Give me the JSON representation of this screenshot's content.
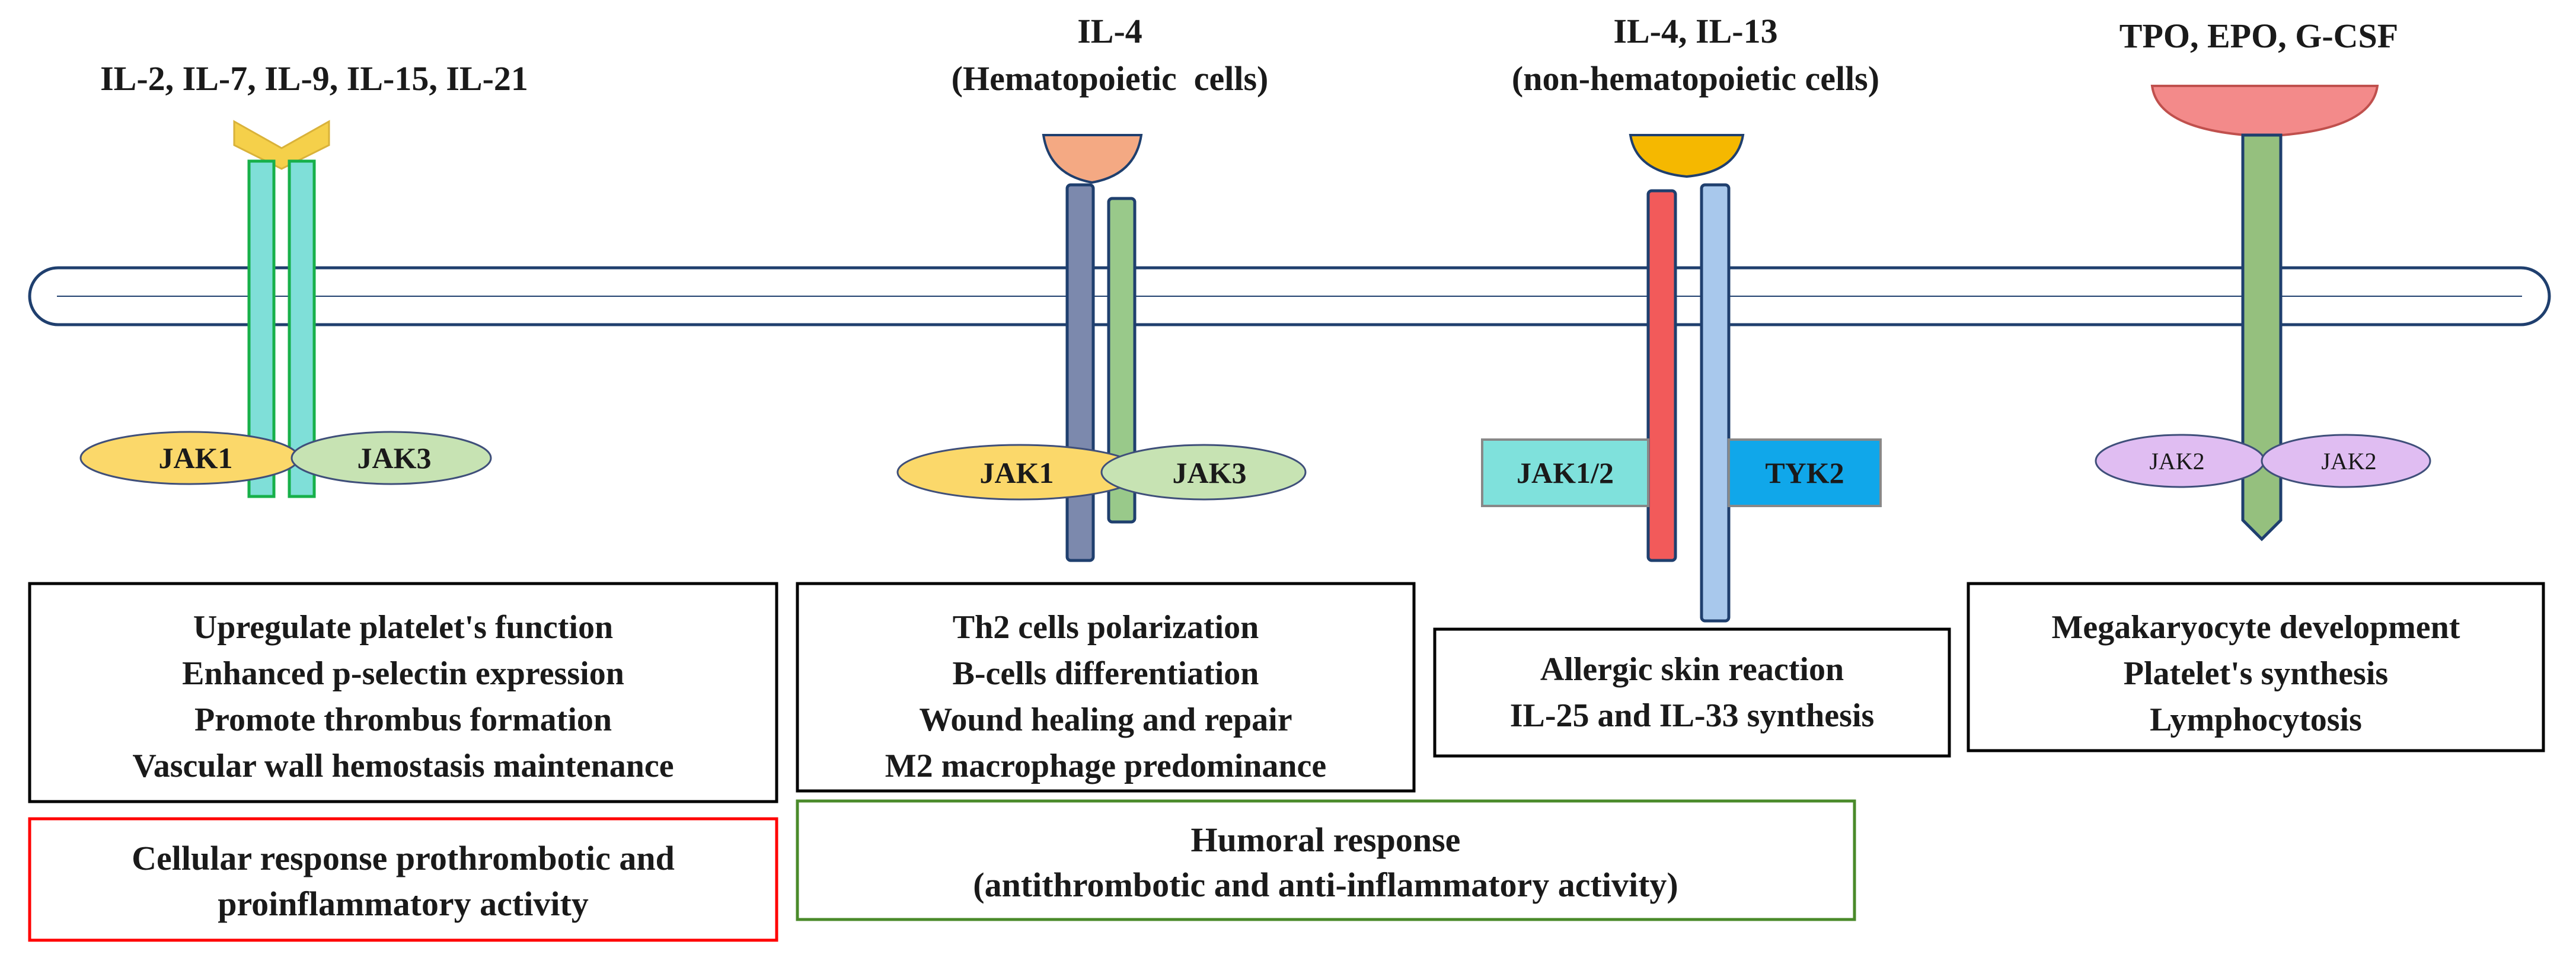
{
  "receptors": [
    {
      "ligand_lines": [
        "IL-2, IL-7, IL-9, IL-15, IL-21"
      ],
      "kinases": [
        "JAK1",
        "JAK3"
      ],
      "effects": [
        "Upregulate platelet's function",
        "Enhanced p-selectin expression",
        "Promote thrombus formation",
        "Vascular wall hemostasis maintenance"
      ]
    },
    {
      "ligand_lines": [
        "IL-4",
        "(Hematopoietic  cells)"
      ],
      "kinases": [
        "JAK1",
        "JAK3"
      ],
      "effects": [
        "Th2 cells polarization",
        "B-cells differentiation",
        "Wound healing and repair",
        "M2 macrophage predominance"
      ]
    },
    {
      "ligand_lines": [
        "IL-4, IL-13",
        "(non-hematopoietic cells)"
      ],
      "kinases": [
        "JAK1/2",
        "TYK2"
      ],
      "effects": [
        "Allergic skin reaction",
        "IL-25 and IL-33 synthesis"
      ]
    },
    {
      "ligand_lines": [
        "TPO, EPO, G-CSF"
      ],
      "kinases": [
        "JAK2",
        "JAK2"
      ],
      "effects": [
        "Megakaryocyte development",
        "Platelet's synthesis",
        "Lymphocytosis"
      ]
    }
  ],
  "responses": {
    "cellular": {
      "lines": [
        "Cellular response prothrombotic and",
        "proinflammatory activity"
      ],
      "color": "#ff0000"
    },
    "humoral": {
      "lines": [
        "Humoral response",
        "(antithrombotic and anti-inflammatory activity)"
      ],
      "color": "#00a550"
    }
  },
  "colors": {
    "membrane_stroke": "#1f3f6e",
    "il2_ligand": "#f5d04a",
    "il2_chain": "#7fdfd8",
    "il4_ligand": "#f4a983",
    "il4_chain_a": "#7c89ad",
    "il4_chain_b": "#99c98a",
    "il13_ligand": "#f5b800",
    "il13_chain_a": "#f25a5a",
    "il13_chain_b": "#a8c8ec",
    "tpo_ligand": "#f38a8a",
    "tpo_chain": "#95c07e",
    "jak1": "#fbd86a",
    "jak3": "#c7e3b3",
    "jak12": "#7fe1dc",
    "tyk2": "#10a7ea",
    "jak2": "#e0bdf2"
  }
}
